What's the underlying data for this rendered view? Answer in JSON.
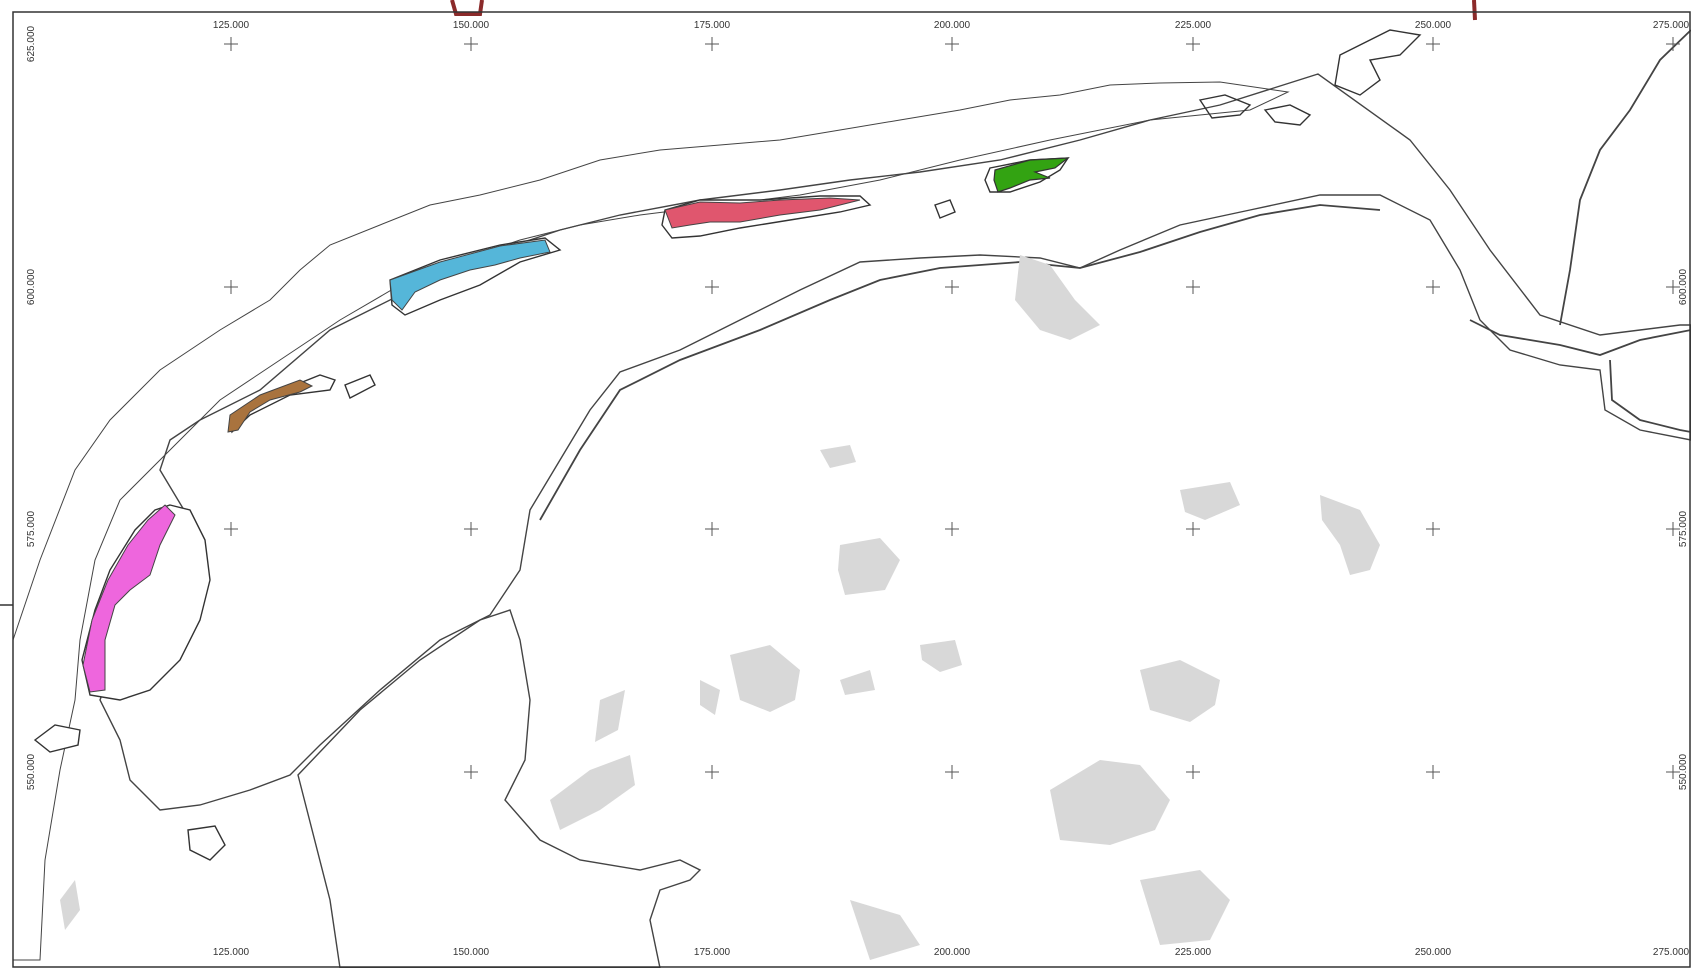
{
  "map": {
    "top_axis_labels": [
      "125.000",
      "150.000",
      "175.000",
      "200.000",
      "225.000",
      "250.000",
      "275.000"
    ],
    "bottom_axis_labels": [
      "125.000",
      "150.000",
      "175.000",
      "200.000",
      "225.000",
      "250.000",
      "275.000"
    ],
    "left_axis_labels": [
      "625.000",
      "600.000",
      "575.000",
      "550.000"
    ],
    "right_axis_labels": [
      "600.000",
      "575.000",
      "550.000"
    ],
    "colors": {
      "north_sea_zone": "#d4f7c4",
      "wadden_sea": "#ffffc6",
      "mainland_grey": "#dcdcdc",
      "urban_areas": "#d8d8d8",
      "texel": "#ee66dd",
      "vlieland": "#a9733e",
      "terschelling": "#55b6d9",
      "ameland": "#e0566e",
      "schiermonnikoog": "#33a312",
      "outline": "#444444",
      "header_accent": "#8b2a2a"
    }
  }
}
